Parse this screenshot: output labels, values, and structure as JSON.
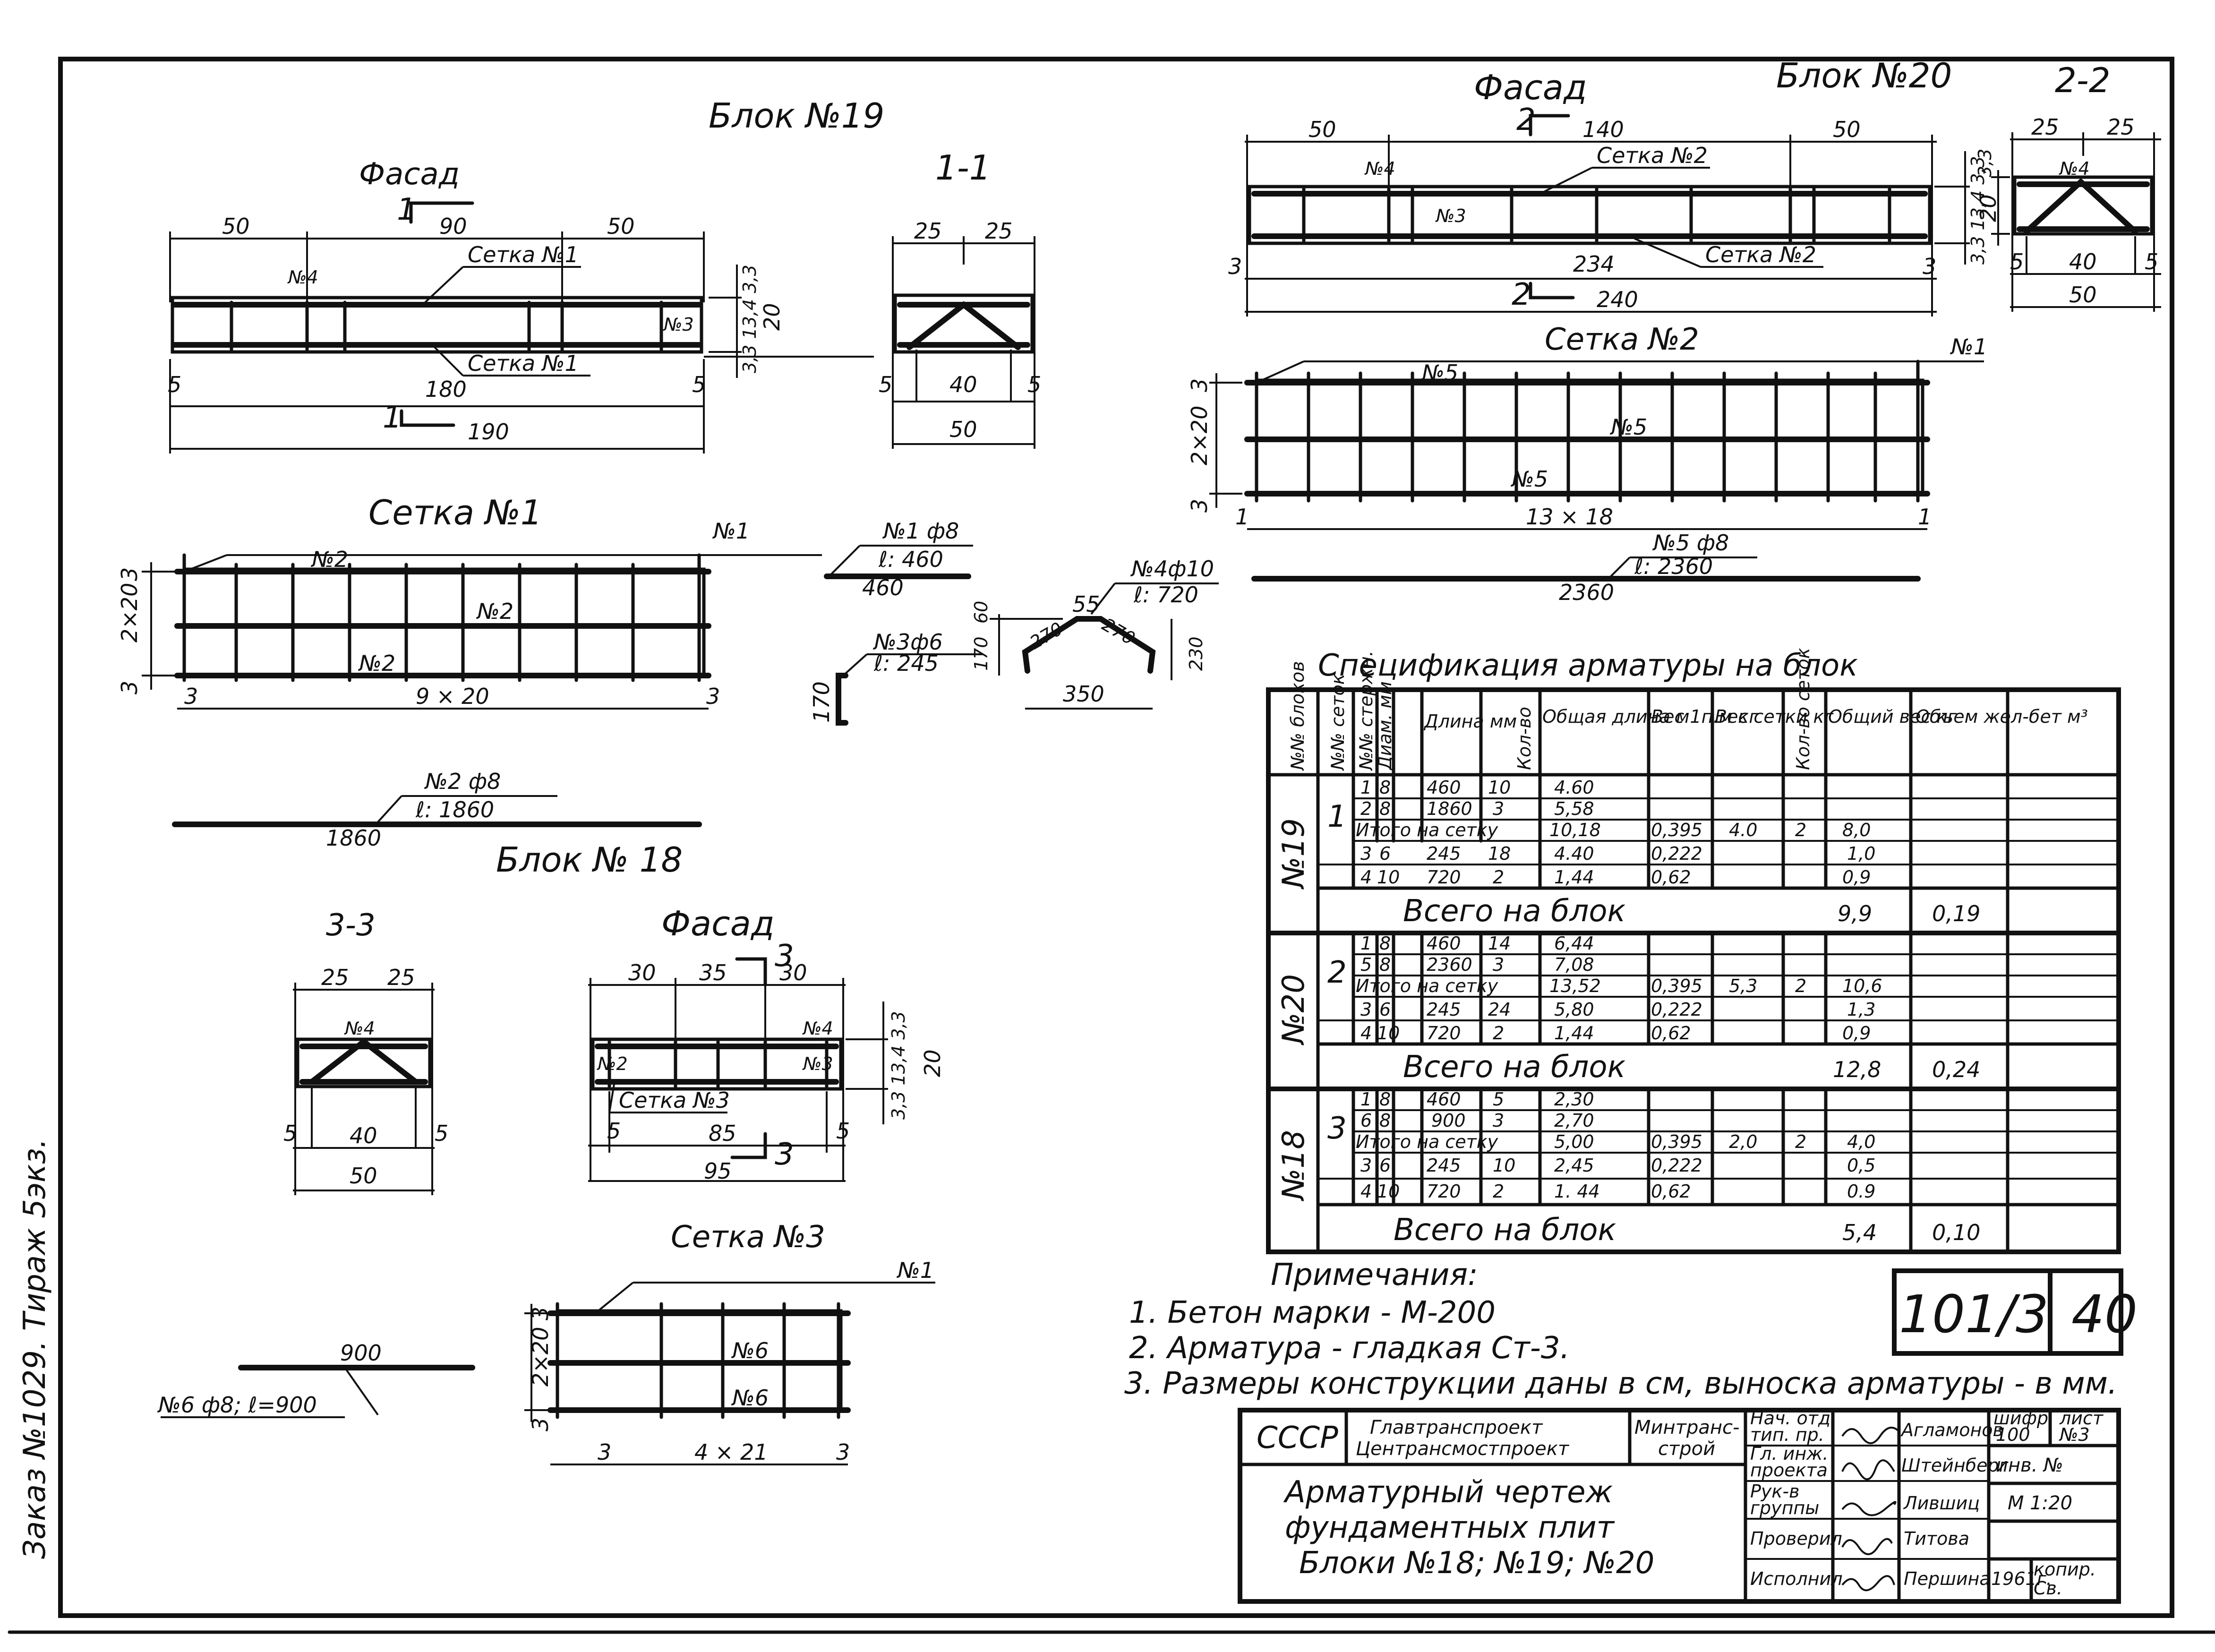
{
  "side_note": "Заказ №1029. Тираж 5экз.",
  "block19": {
    "title": "Блок №19",
    "facade": "Фасад",
    "section_mark": "1",
    "section": "1-1",
    "dims_top": [
      "50",
      "90",
      "50"
    ],
    "dim_180": "180",
    "dim_190": "190",
    "dim_5": "5",
    "dim_20": "20",
    "vert_dims": "3,3 13,4 3,3",
    "sec_top": [
      "25",
      "25"
    ],
    "sec_40": "40",
    "sec_50": "50",
    "labels": {
      "mesh_top": "Сетка №1",
      "mesh_bot": "Сетка №1",
      "n3": "№3",
      "n4": "№4"
    }
  },
  "mesh1": {
    "title": "Сетка №1",
    "n1": "№1",
    "n2": "№2",
    "left_dims": [
      "3",
      "2×20",
      "3"
    ],
    "bottom": "9 × 20",
    "dim3": "3",
    "bar1_label": "№1 ф8",
    "bar1_len": "ℓ: 460",
    "bar1_dim": "460",
    "bar2_label": "№2 ф8",
    "bar2_len": "ℓ: 1860",
    "bar2_dim": "1860",
    "bar3_label": "№3ф6",
    "bar3_len": "ℓ: 245",
    "bar3_dim": "170",
    "bar4_label": "№4ф10",
    "bar4_len": "ℓ: 720",
    "bar4_dims": {
      "top": "55",
      "side_l": "270",
      "side_r": "270",
      "h1": "170",
      "h2": "60",
      "h3": "230",
      "base": "350"
    }
  },
  "block20": {
    "title": "Блок №20",
    "facade": "Фасад",
    "section_mark": "2",
    "dims_top": [
      "50",
      "140",
      "50"
    ],
    "dim_234": "234",
    "dim_240": "240",
    "dim_3": "3",
    "vert_dims": "3,3 13,4 3,3",
    "section": "2-2",
    "sec_top": [
      "25",
      "25"
    ],
    "sec_40": "40",
    "sec_50": "50",
    "sec_5": "5",
    "sec_20": "20",
    "sec_33": "3,3",
    "labels": {
      "mesh_top": "Сетка №2",
      "mesh_bot": "Сетка №2",
      "n3": "№3",
      "n4": "№4"
    }
  },
  "mesh2": {
    "title": "Сетка №2",
    "n1": "№1",
    "n5": "№5",
    "left_dims": [
      "3",
      "2×20",
      "3"
    ],
    "bottom": "13 × 18",
    "dim1": "1",
    "bar5_label": "№5 ф8",
    "bar5_len": "ℓ: 2360",
    "bar5_dim": "2360"
  },
  "block18": {
    "title": "Блок № 18",
    "section": "3-3",
    "facade": "Фасад",
    "section_mark": "3",
    "sec_top": [
      "25",
      "25"
    ],
    "sec_40": "40",
    "sec_5": "5",
    "sec_50": "50",
    "dims_top": [
      "30",
      "35",
      "30"
    ],
    "dim_85": "85",
    "dim_95": "95",
    "dim_20": "20",
    "vert_dims": "3,3 13,4 3,3",
    "labels": {
      "mesh": "Сетка №3",
      "n2": "№2",
      "n3": "№3",
      "n4": "№4"
    }
  },
  "mesh3": {
    "title": "Сетка №3",
    "n1": "№1",
    "n6": "№6",
    "left_dims": [
      "3",
      "2×20",
      "3"
    ],
    "bottom": "4 × 21",
    "dim3": "3",
    "bar6_dim": "900",
    "bar6_label": "№6 ф8; ℓ=900"
  },
  "spec": {
    "title": "Спецификация арматуры на блок",
    "headers": [
      "№№ блоков",
      "№№ сеток",
      "№№ стержн.",
      "Диам. мм",
      "Длина мм",
      "Кол-во",
      "Общая длина м",
      "Вес 1п.м кг",
      "Вес сетки кг",
      "Кол-во сеток",
      "Общий вес кг",
      "Объем жел-бет м³"
    ],
    "blocks": [
      {
        "block": "№19",
        "mesh": "1",
        "rows": [
          {
            "bar": "1",
            "d": "8",
            "len": "460",
            "qty": "10",
            "total": "4.60"
          },
          {
            "bar": "2",
            "d": "8",
            "len": "1860",
            "qty": "3",
            "total": "5,58"
          }
        ],
        "subtotal": {
          "label": "Итого на сетку",
          "total": "10,18",
          "w1": "0,395",
          "wmesh": "4.0",
          "nmesh": "2",
          "wtot": "8,0"
        },
        "extra": [
          {
            "bar": "3",
            "d": "6",
            "len": "245",
            "qty": "18",
            "total": "4.40",
            "w1": "0,222",
            "wtot": "1,0"
          },
          {
            "bar": "4",
            "d": "10",
            "len": "720",
            "qty": "2",
            "total": "1,44",
            "w1": "0,62",
            "wtot": "0,9"
          }
        ],
        "sum": {
          "label": "Всего на блок",
          "wtot": "9,9",
          "vol": "0,19"
        }
      },
      {
        "block": "№20",
        "mesh": "2",
        "rows": [
          {
            "bar": "1",
            "d": "8",
            "len": "460",
            "qty": "14",
            "total": "6,44"
          },
          {
            "bar": "5",
            "d": "8",
            "len": "2360",
            "qty": "3",
            "total": "7,08"
          }
        ],
        "subtotal": {
          "label": "Итого на сетку",
          "total": "13,52",
          "w1": "0,395",
          "wmesh": "5,3",
          "nmesh": "2",
          "wtot": "10,6"
        },
        "extra": [
          {
            "bar": "3",
            "d": "6",
            "len": "245",
            "qty": "24",
            "total": "5,80",
            "w1": "0,222",
            "wtot": "1,3"
          },
          {
            "bar": "4",
            "d": "10",
            "len": "720",
            "qty": "2",
            "total": "1,44",
            "w1": "0,62",
            "wtot": "0,9"
          }
        ],
        "sum": {
          "label": "Всего на блок",
          "wtot": "12,8",
          "vol": "0,24"
        }
      },
      {
        "block": "№18",
        "mesh": "3",
        "rows": [
          {
            "bar": "1",
            "d": "8",
            "len": "460",
            "qty": "5",
            "total": "2,30"
          },
          {
            "bar": "6",
            "d": "8",
            "len": "900",
            "qty": "3",
            "total": "2,70"
          }
        ],
        "subtotal": {
          "label": "Итого на сетку",
          "total": "5,00",
          "w1": "0,395",
          "wmesh": "2,0",
          "nmesh": "2",
          "wtot": "4,0"
        },
        "extra": [
          {
            "bar": "3",
            "d": "6",
            "len": "245",
            "qty": "10",
            "total": "2,45",
            "w1": "0,222",
            "wtot": "0,5"
          },
          {
            "bar": "4",
            "d": "10",
            "len": "720",
            "qty": "2",
            "total": "1. 44",
            "w1": "0,62",
            "wtot": "0.9"
          }
        ],
        "sum": {
          "label": "Всего на блок",
          "wtot": "5,4",
          "vol": "0,10"
        }
      }
    ]
  },
  "notes": {
    "title": "Примечания:",
    "items": [
      "1. Бетон марки - М-200",
      "2. Арматура - гладкая Ст-3.",
      "3. Размеры конструкции даны в см, выноска арматуры - в мм."
    ]
  },
  "stamp": {
    "code": "101/3",
    "sheet": "40"
  },
  "titleblock": {
    "country": "СССР",
    "org1": "Главтранспроект",
    "org2": "Центрансмостпроект",
    "ministry1": "Минтранс-",
    "ministry2": "строй",
    "title1": "Арматурный чертеж",
    "title2": "фундаментных плит",
    "title3": "Блоки №18; №19; №20",
    "roles": [
      {
        "role1": "Нач. отд",
        "role2": "тип. пр.",
        "name": "Агламонов"
      },
      {
        "role1": "Гл. инж.",
        "role2": "проекта",
        "name": "Штейнберг"
      },
      {
        "role1": "Рук-в",
        "role2": "группы",
        "name": "Лившиц"
      },
      {
        "role1": "Проверил",
        "role2": "",
        "name": "Титова"
      },
      {
        "role1": "Исполнил",
        "role2": "",
        "name": "Першина"
      }
    ],
    "cipher_label": "шифр",
    "cipher": "100",
    "list_label": "лист",
    "list": "№3",
    "inv": "инв. №",
    "scale": "М 1:20",
    "year": "1961г.",
    "copy1": "копир.",
    "copy2": "Св."
  }
}
